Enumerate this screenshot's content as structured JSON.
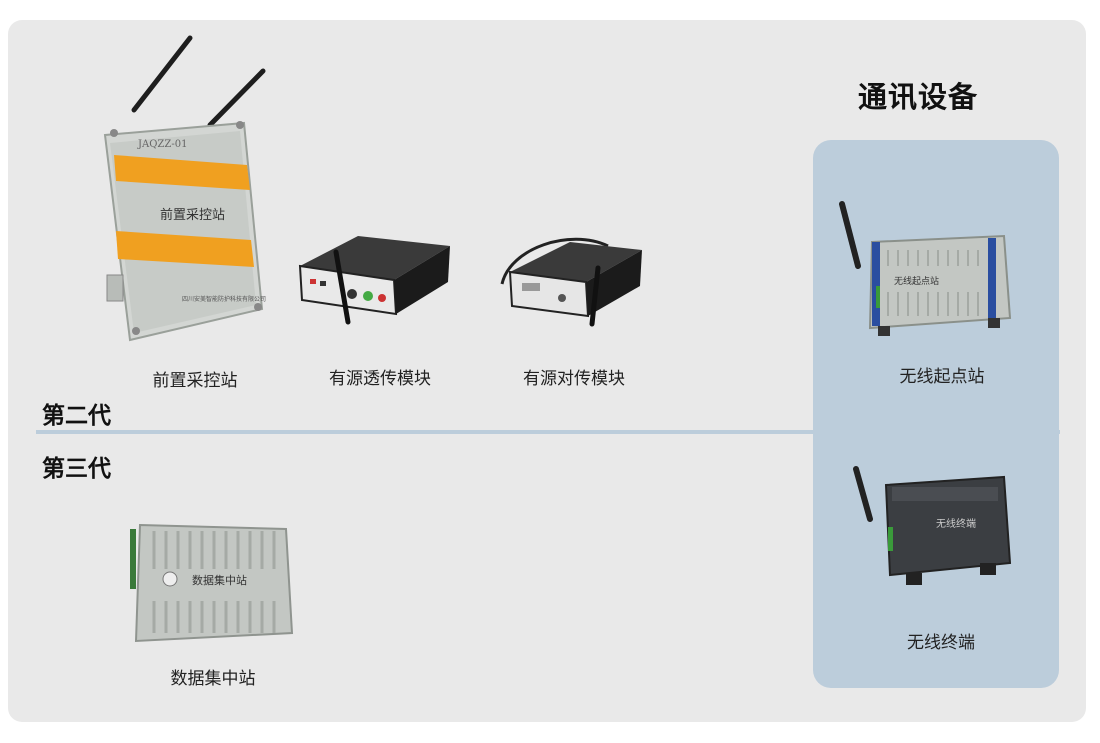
{
  "title": "通讯设备",
  "generations": {
    "second": "第二代",
    "third": "第三代"
  },
  "devices": {
    "front_station": {
      "label": "前置采控站",
      "model_text": "JAQZZ-01",
      "face_text": "前置采控站",
      "maker_text": "四川安美智能防护科技有限公司"
    },
    "active_passthrough": {
      "label": "有源透传模块"
    },
    "active_pair": {
      "label": "有源对传模块"
    },
    "data_concentrator": {
      "label": "数据集中站",
      "face_text": "数据集中站"
    },
    "wireless_start": {
      "label": "无线起点站",
      "face_text": "无线起点站"
    },
    "wireless_terminal": {
      "label": "无线终端",
      "face_text": "无线终端"
    }
  },
  "colors": {
    "panel": "#e9e9e9",
    "highlight": "#bccddb",
    "reflective_stripe": "#f0a020"
  }
}
